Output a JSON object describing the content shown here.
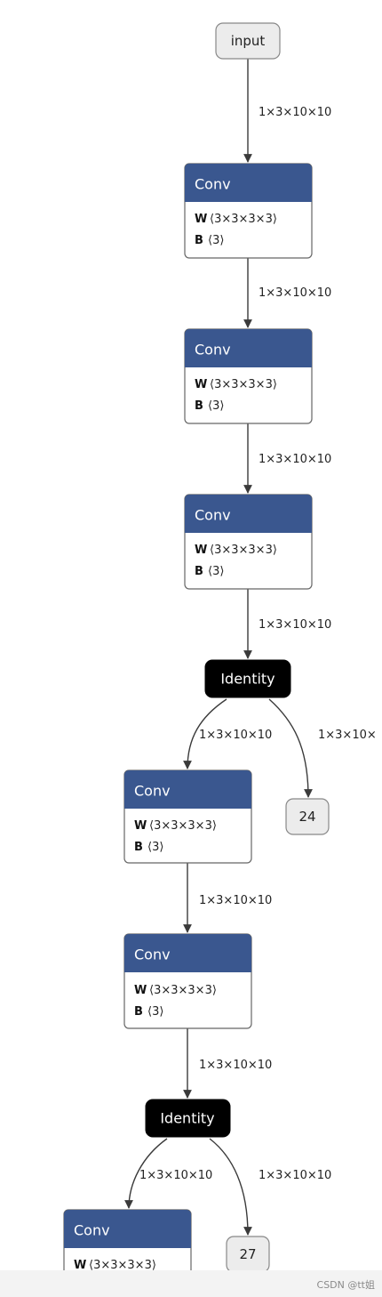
{
  "graph": {
    "input_label": "input",
    "output_labels": [
      "24",
      "27"
    ],
    "edge_shape": "1×3×10×10",
    "edge_shape_truncated": "1×3×10×",
    "conv": {
      "title": "Conv",
      "w_key": "W",
      "w_value": "⟨3×3×3×3⟩",
      "b_key": "B",
      "b_value": "⟨3⟩"
    },
    "identity_title": "Identity"
  },
  "watermark": "CSDN @tt姐",
  "colors": {
    "conv_header": "#3a578f",
    "identity_fill": "#000000",
    "io_fill": "#ececec"
  }
}
